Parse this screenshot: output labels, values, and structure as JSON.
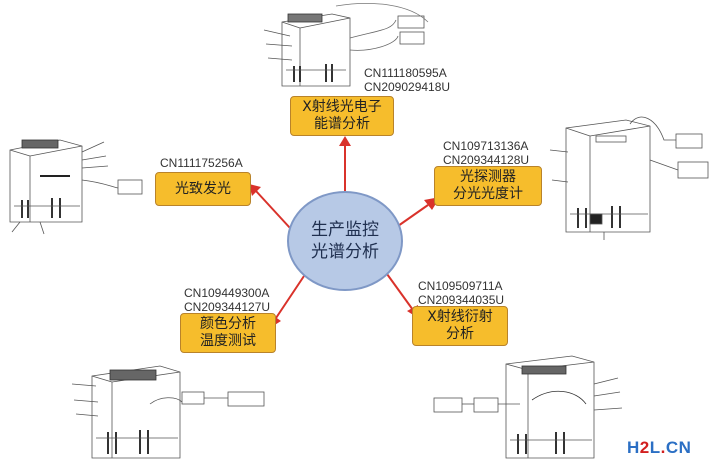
{
  "center": {
    "label": "生产监控\n光谱分析"
  },
  "nodes": {
    "xray_pes": {
      "label": "X射线光电子\n能谱分析",
      "patents": "CN111180595A\nCN209029418U"
    },
    "photodetector": {
      "label": "光探测器\n分光光度计",
      "patents": "CN109713136A\nCN209344128U"
    },
    "xray_diffraction": {
      "label": "X射线衍射\n分析",
      "patents": "CN109509711A\nCN209344035U"
    },
    "color_temp": {
      "label": "颜色分析\n温度测试",
      "patents": "CN109449300A\nCN209344127U"
    },
    "photoluminescence": {
      "label": "光致发光",
      "patents": "CN111175256A"
    }
  },
  "watermark": {
    "prefix": "H",
    "digit": "2",
    "suffix": "L",
    "dot": ".",
    "tld": "CN"
  },
  "colors": {
    "center_fill": "#b7c9e6",
    "node_fill": "#f6bd2c",
    "arrow": "#d9322b"
  }
}
